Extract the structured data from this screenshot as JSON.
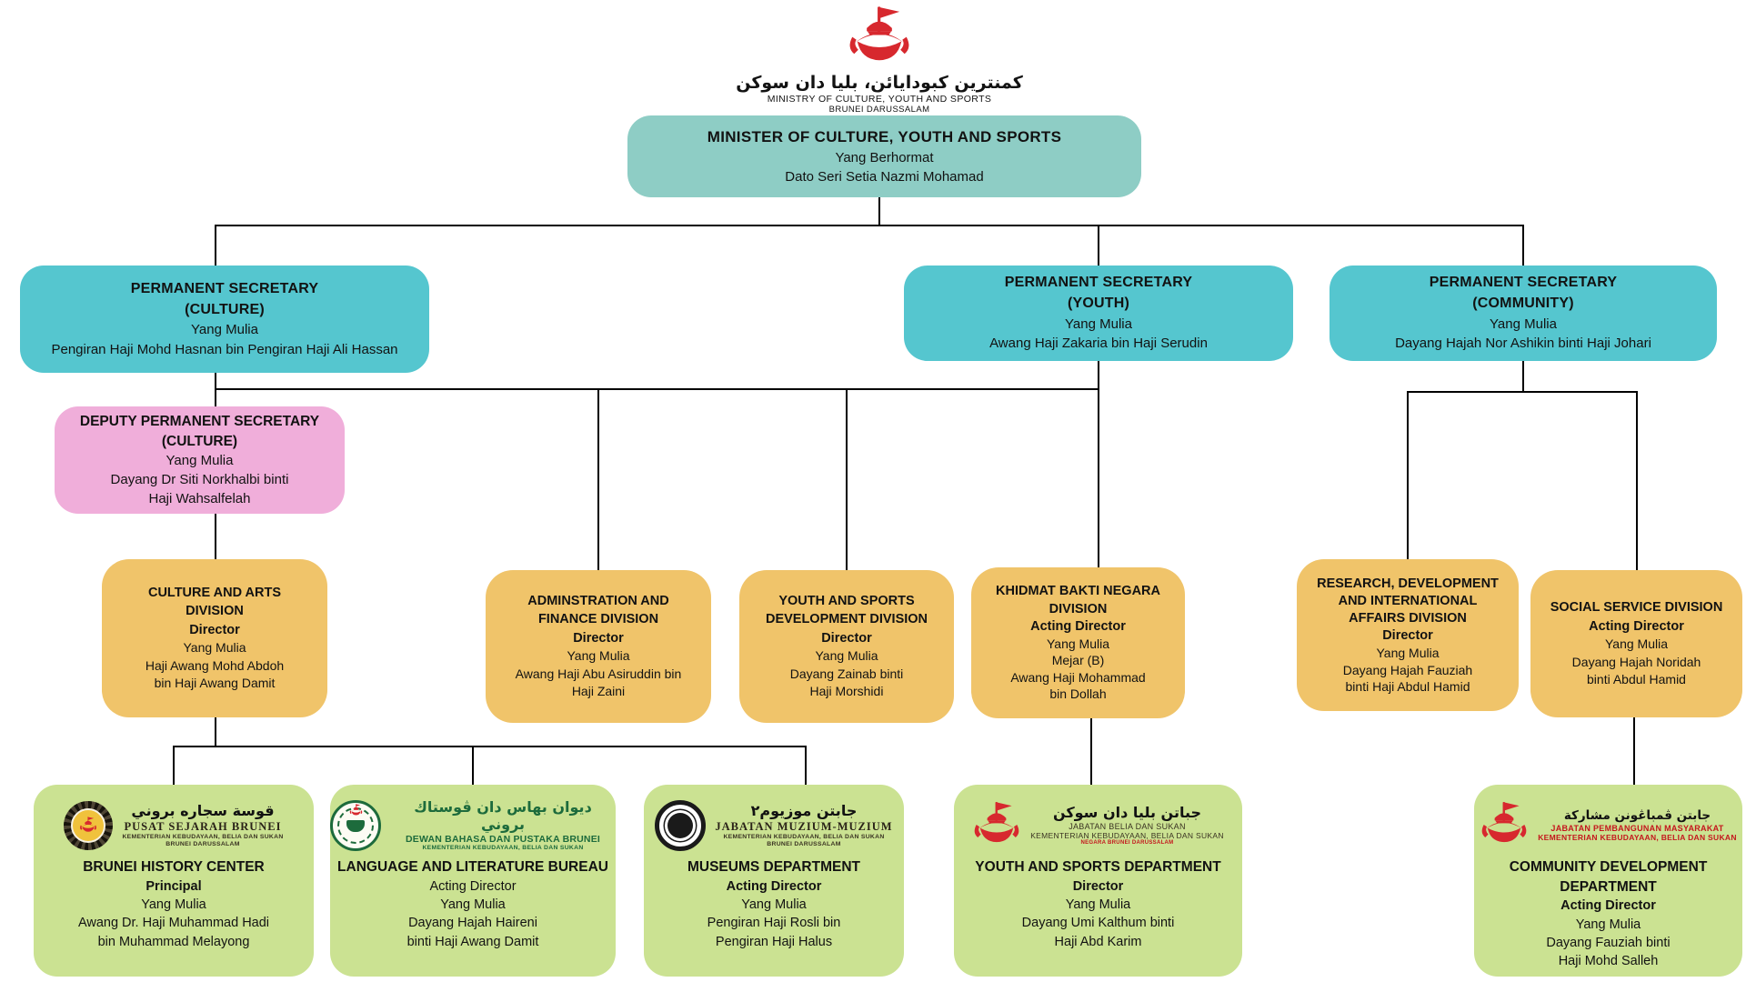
{
  "header": {
    "jawi": "كمنترين كبودايائن، بليا دان سوكن",
    "ministry": "MINISTRY OF CULTURE, YOUTH AND SPORTS",
    "country": "BRUNEI DARUSSALAM"
  },
  "colors": {
    "minister_box": "#8ecdc5",
    "secretary_box": "#55c6cf",
    "deputy_box": "#f0aeda",
    "division_box": "#f0c46a",
    "department_box": "#cbe292",
    "crest_red": "#d7282e",
    "connector": "#000000",
    "llb_green": "#1d6b3c",
    "cdd_red": "#c4161c"
  },
  "org": {
    "minister": {
      "title": "MINISTER OF CULTURE, YOUTH AND SPORTS",
      "honorific": "Yang Berhormat",
      "name": "Dato Seri Setia Nazmi Mohamad"
    },
    "ps_culture": {
      "title1": "PERMANENT SECRETARY",
      "title2": "(CULTURE)",
      "honorific": "Yang Mulia",
      "name": "Pengiran Haji Mohd Hasnan bin Pengiran Haji Ali Hassan"
    },
    "ps_youth": {
      "title1": "PERMANENT SECRETARY",
      "title2": "(YOUTH)",
      "honorific": "Yang Mulia",
      "name": "Awang Haji Zakaria bin Haji Serudin"
    },
    "ps_community": {
      "title1": "PERMANENT SECRETARY",
      "title2": "(COMMUNITY)",
      "honorific": "Yang Mulia",
      "name": "Dayang Hajah Nor Ashikin binti Haji Johari"
    },
    "deputy_culture": {
      "title1": "DEPUTY PERMANENT SECRETARY",
      "title2": "(CULTURE)",
      "honorific": "Yang Mulia",
      "name1": "Dayang Dr Siti Norkhalbi binti",
      "name2": "Haji Wahsalfelah"
    },
    "div_culture_arts": {
      "title1": "CULTURE AND ARTS",
      "title2": "DIVISION",
      "role": "Director",
      "honorific": "Yang Mulia",
      "name1": "Haji Awang Mohd Abdoh",
      "name2": "bin Haji Awang Damit"
    },
    "div_admin_finance": {
      "title1": "ADMINSTRATION AND",
      "title2": "FINANCE DIVISION",
      "role": "Director",
      "honorific": "Yang Mulia",
      "name1": "Awang Haji Abu Asiruddin bin",
      "name2": "Haji Zaini"
    },
    "div_youth_sports_dev": {
      "title1": "YOUTH AND SPORTS",
      "title2": "DEVELOPMENT DIVISION",
      "role": "Director",
      "honorific": "Yang Mulia",
      "name1": "Dayang Zainab binti",
      "name2": "Haji Morshidi"
    },
    "div_khidmat_bakti": {
      "title1": "KHIDMAT BAKTI NEGARA",
      "title2": "DIVISION",
      "role": "Acting Director",
      "honorific": "Yang Mulia",
      "name1": "Mejar (B)",
      "name2": "Awang Haji Mohammad",
      "name3": "bin Dollah"
    },
    "div_research": {
      "title1": "RESEARCH, DEVELOPMENT",
      "title2": "AND INTERNATIONAL",
      "title3": "AFFAIRS DIVISION",
      "role": "Director",
      "honorific": "Yang Mulia",
      "name1": "Dayang Hajah Fauziah",
      "name2": "binti Haji Abdul Hamid"
    },
    "div_social_service": {
      "title1": "SOCIAL SERVICE DIVISION",
      "role": "Acting Director",
      "honorific": "Yang Mulia",
      "name1": "Dayang Hajah Noridah",
      "name2": "binti Abdul Hamid"
    },
    "dept_history": {
      "logo_jawi": "قوسة سجاره بروني",
      "logo_name": "PUSAT SEJARAH BRUNEI",
      "logo_sub1": "KEMENTERIAN KEBUDAYAAN, BELIA DAN SUKAN",
      "logo_sub2": "BRUNEI DARUSSALAM",
      "title": "BRUNEI HISTORY CENTER",
      "role": "Principal",
      "honorific": "Yang Mulia",
      "name1": "Awang Dr. Haji Muhammad Hadi",
      "name2": "bin Muhammad Melayong"
    },
    "dept_language": {
      "logo_jawi": "ديوان بهاس دان ڤوستاك بروني",
      "logo_name": "DEWAN BAHASA DAN PUSTAKA BRUNEI",
      "logo_sub1": "KEMENTERIAN KEBUDAYAAN, BELIA DAN SUKAN",
      "title": "LANGUAGE AND LITERATURE BUREAU",
      "role": "Acting Director",
      "honorific": "Yang Mulia",
      "name1": "Dayang Hajah Haireni",
      "name2": "binti Haji Awang Damit"
    },
    "dept_museums": {
      "logo_jawi": "جابتن موزيوم٢",
      "logo_name": "JABATAN MUZIUM-MUZIUM",
      "logo_sub1": "KEMENTERIAN KEBUDAYAAN, BELIA DAN SUKAN",
      "logo_sub2": "BRUNEI DARUSSALAM",
      "title": "MUSEUMS DEPARTMENT",
      "role": "Acting Director",
      "honorific": "Yang Mulia",
      "name1": "Pengiran Haji Rosli bin",
      "name2": "Pengiran Haji Halus"
    },
    "dept_youth_sports": {
      "logo_jawi": "جباتن بليا دان سوكن",
      "logo_name": "JABATAN BELIA DAN SUKAN",
      "logo_sub1": "KEMENTERIAN KEBUDAYAAN, BELIA DAN SUKAN",
      "logo_sub2": "NEGARA BRUNEI DARUSSALAM",
      "title": "YOUTH AND SPORTS DEPARTMENT",
      "role": "Director",
      "honorific": "Yang Mulia",
      "name1": "Dayang Umi Kalthum binti",
      "name2": "Haji Abd Karim"
    },
    "dept_community": {
      "logo_jawi": "جابتن ڤمباڠونن مشاركة",
      "logo_name": "JABATAN PEMBANGUNAN MASYARAKAT",
      "logo_sub1": "KEMENTERIAN KEBUDAYAAN, BELIA DAN SUKAN",
      "title1": "COMMUNITY DEVELOPMENT",
      "title2": "DEPARTMENT",
      "role": "Acting Director",
      "honorific": "Yang Mulia",
      "name1": "Dayang Fauziah binti",
      "name2": "Haji Mohd Salleh"
    }
  }
}
